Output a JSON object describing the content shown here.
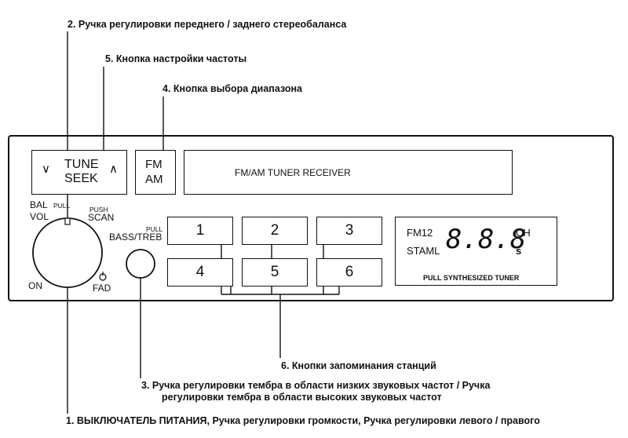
{
  "callouts": {
    "c2": "2. Ручка регулировки переднего / заднего стереобаланса",
    "c5": "5. Кнопка настройки частоты",
    "c4": "4. Кнопка выбора диапазона",
    "c6": "6. Кнопки запоминания станций",
    "c3_line1": "3. Ручка регулировки тембра в области низких звуковых частот / Ручка",
    "c3_line2": "регулировки тембра в области высоких звуковых частот",
    "c1": "1. ВЫКЛЮЧАТЕЛЬ ПИТАНИЯ, Ручка регулировки громкости, Ручка регулировки левого / правого"
  },
  "tune_seek": {
    "tune": "TUNE",
    "seek": "SEEK",
    "down": "∨",
    "up": "∧"
  },
  "band": {
    "fm": "FM",
    "am": "AM"
  },
  "display_title": "FM/AM TUNER RECEIVER",
  "knob_labels": {
    "bal": "BAL",
    "pull1": "PULL",
    "vol": "VOL",
    "push": "PUSH",
    "scan": "SCAN",
    "on": "ON",
    "fad": "FAD",
    "pull2": "PULL",
    "bass_treb": "BASS/TREB"
  },
  "presets": [
    "1",
    "2",
    "3",
    "4",
    "5",
    "6"
  ],
  "lcd": {
    "fm12": "FM12",
    "staml": "STAML",
    "digits": "8.8.8",
    "ch": "CH",
    "s": "s",
    "caption": "PULL SYNTHESIZED TUNER"
  },
  "icons": [
    "hyundai-logo-icon",
    "chevron-down-icon",
    "chevron-up-icon",
    "power-indicator-icon"
  ]
}
